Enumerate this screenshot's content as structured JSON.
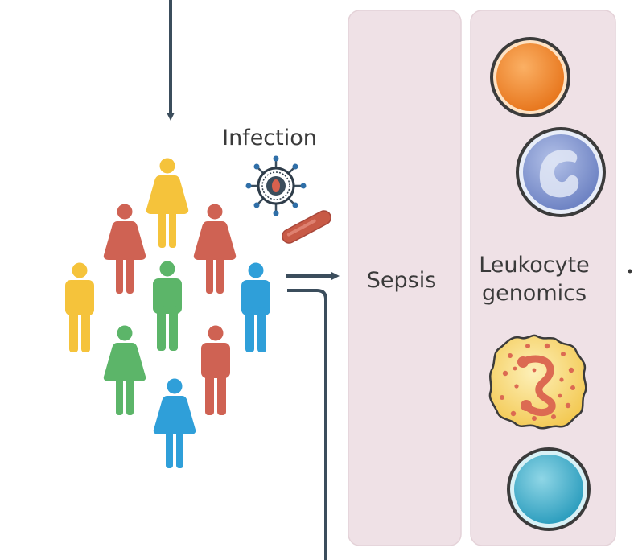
{
  "labels": {
    "infection": "Infection",
    "sepsis": "Sepsis",
    "leukocyte_line1": "Leukocyte",
    "leukocyte_line2": "genomics"
  },
  "colors": {
    "background": "#ffffff",
    "panel_fill": "#efe1e6",
    "panel_stroke": "#e4d2d8",
    "arrow": "#3b4d5c",
    "text": "#3a3a3a",
    "person_yellow": "#f5c33b",
    "person_red": "#cf6253",
    "person_green": "#5cb569",
    "person_blue": "#2f9fd9",
    "bacterium": "#c85a46",
    "cell_orange": "#f08a2b",
    "cell_blue": "#7e92cf",
    "cell_granule": "#f6d66d",
    "cell_cyan": "#45b6cf"
  },
  "people": [
    {
      "type": "female",
      "color": "yellow"
    },
    {
      "type": "female",
      "color": "red"
    },
    {
      "type": "female",
      "color": "red"
    },
    {
      "type": "male",
      "color": "yellow"
    },
    {
      "type": "male",
      "color": "green"
    },
    {
      "type": "male",
      "color": "blue"
    },
    {
      "type": "female",
      "color": "green"
    },
    {
      "type": "male",
      "color": "red"
    },
    {
      "type": "female",
      "color": "blue"
    }
  ],
  "icons": {
    "virus": "virus-icon",
    "bacterium": "bacterium-icon",
    "leukocytes": [
      "monocyte-cell-icon",
      "lymphocyte-cell-icon",
      "granulocyte-cell-icon",
      "basophil-cell-icon"
    ]
  }
}
